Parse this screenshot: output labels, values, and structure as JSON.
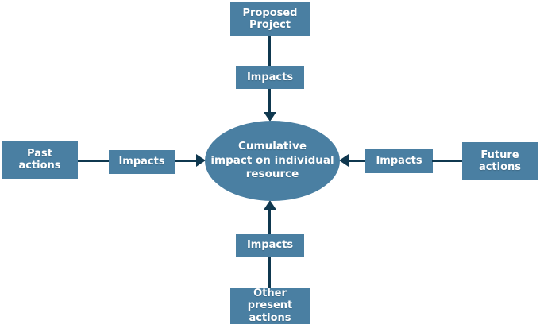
{
  "colors": {
    "background": "#ffffff",
    "node_fill": "#4A7FA2",
    "connector": "#0F384F",
    "label_text": "#ffffff"
  },
  "center": {
    "label": [
      "Cumulative",
      "impact on individual",
      "resource"
    ]
  },
  "nodes": {
    "top": {
      "label": [
        "Proposed",
        "Project"
      ]
    },
    "left": {
      "label": [
        "Past",
        "actions"
      ]
    },
    "right": {
      "label": [
        "Future",
        "actions"
      ]
    },
    "bottom": {
      "label": [
        "Other",
        "present",
        "actions"
      ]
    }
  },
  "connectors": {
    "top": {
      "label": "Impacts"
    },
    "left": {
      "label": "Impacts"
    },
    "right": {
      "label": "Impacts"
    },
    "bottom": {
      "label": "Impacts"
    }
  }
}
